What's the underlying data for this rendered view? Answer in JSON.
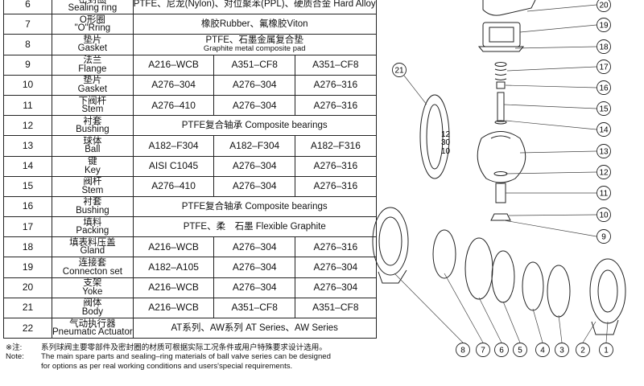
{
  "rows": [
    {
      "num": "6",
      "zh": "密封圈",
      "en": "Sealing ring",
      "span": true,
      "span_zh": "PTFE、尼龙(Nylon)、对位聚苯(PPL)、硬质合金 Hard Alloy",
      "span_en": ""
    },
    {
      "num": "7",
      "zh": "O形圈",
      "en": "\"O\"Rring",
      "span": true,
      "span_zh": "橡胶Rubber、氟橡胶Viton",
      "span_en": ""
    },
    {
      "num": "8",
      "zh": "垫片",
      "en": "Gasket",
      "span": true,
      "span_zh": "PTFE、石墨金属复合垫",
      "span_en": "Graphite metal composite pad"
    },
    {
      "num": "9",
      "zh": "法兰",
      "en": "Flange",
      "span": false,
      "m1": "A216–WCB",
      "m2": "A351–CF8",
      "m3": "A351–CF8"
    },
    {
      "num": "10",
      "zh": "垫片",
      "en": "Gasket",
      "span": false,
      "m1": "A276–304",
      "m2": "A276–304",
      "m3": "A276–316"
    },
    {
      "num": "11",
      "zh": "下阀杆",
      "en": "Stem",
      "span": false,
      "m1": "A276–410",
      "m2": "A276–304",
      "m3": "A276–316"
    },
    {
      "num": "12",
      "zh": "衬套",
      "en": "Bushing",
      "span": true,
      "span_zh": "PTFE复合轴承 Composite bearings",
      "span_en": ""
    },
    {
      "num": "13",
      "zh": "球体",
      "en": "Ball",
      "span": false,
      "m1": "A182–F304",
      "m2": "A182–F304",
      "m3": "A182–F316"
    },
    {
      "num": "14",
      "zh": "键",
      "en": "Key",
      "span": false,
      "m1": "AISI C1045",
      "m2": "A276–304",
      "m3": "A276–316"
    },
    {
      "num": "15",
      "zh": "阀杆",
      "en": "Stem",
      "span": false,
      "m1": "A276–410",
      "m2": "A276–304",
      "m3": "A276–316"
    },
    {
      "num": "16",
      "zh": "衬套",
      "en": "Bushing",
      "span": true,
      "span_zh": "PTFE复合轴承 Composite bearings",
      "span_en": ""
    },
    {
      "num": "17",
      "zh": "填料",
      "en": "Packing",
      "span": true,
      "span_zh": "PTFE、柔　石墨 Flexible Graphite",
      "span_en": ""
    },
    {
      "num": "18",
      "zh": "填表料压盖",
      "en": "Gland",
      "span": false,
      "m1": "A216–WCB",
      "m2": "A276–304",
      "m3": "A276–316"
    },
    {
      "num": "19",
      "zh": "连接套",
      "en": "Connecton set",
      "span": false,
      "m1": "A182–A105",
      "m2": "A276–304",
      "m3": "A276–304"
    },
    {
      "num": "20",
      "zh": "支架",
      "en": "Yoke",
      "span": false,
      "m1": "A216–WCB",
      "m2": "A276–304",
      "m3": "A276–304"
    },
    {
      "num": "21",
      "zh": "阀体",
      "en": "Body",
      "span": false,
      "m1": "A216–WCB",
      "m2": "A351–CF8",
      "m3": "A351–CF8"
    },
    {
      "num": "22",
      "zh": "气动执行器",
      "en": "Pneumatic Actuator",
      "span": true,
      "span_zh": "AT系列、AW系列 AT Series、AW Series",
      "span_en": ""
    }
  ],
  "note": {
    "zh_label": "※注:",
    "zh_text": "系列球阀主要零部件及密封圈的材质可根据实际工况条件或用户特殊要求设计选用。",
    "en_label": "Note:",
    "en_text_1": "The main spare parts and sealing–ring materials of ball valve series can be designed",
    "en_text_2": "for options as per real working conditions and users'special requirements."
  },
  "callouts": {
    "right": [
      "20",
      "19",
      "18",
      "17",
      "16",
      "15",
      "14",
      "13",
      "12",
      "11",
      "10",
      "9"
    ],
    "bottom": [
      "8",
      "7",
      "6",
      "5",
      "4",
      "3",
      "2",
      "1"
    ],
    "body": "21",
    "partial_labels": [
      "12",
      "30",
      "10"
    ]
  }
}
